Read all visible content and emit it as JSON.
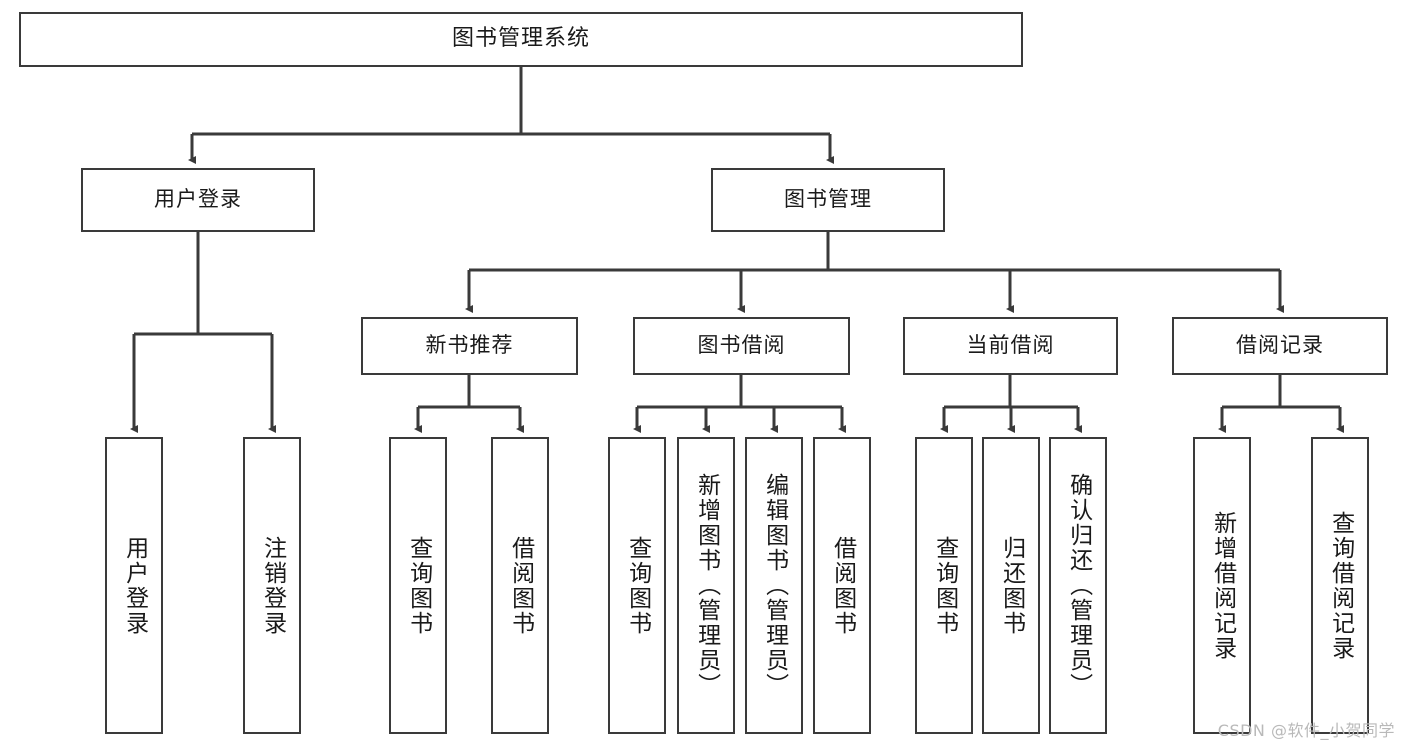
{
  "diagram": {
    "title": "图书管理系统",
    "watermark": "CSDN @软件_小贺同学",
    "colors": {
      "border": "#3a3a3a",
      "background": "#ffffff",
      "text": "#1a1a1a",
      "edge": "#3a3a3a",
      "watermark": "#b9b9b9"
    },
    "nodes": {
      "root": {
        "label": "图书管理系统"
      },
      "level2": [
        {
          "label": "用户登录"
        },
        {
          "label": "图书管理"
        }
      ],
      "level3": [
        {
          "label": "新书推荐"
        },
        {
          "label": "图书借阅"
        },
        {
          "label": "当前借阅"
        },
        {
          "label": "借阅记录"
        }
      ],
      "leaves": {
        "user_login": [
          {
            "label": "用户登录"
          },
          {
            "label": "注销登录"
          }
        ],
        "new_book": [
          {
            "label": "查询图书"
          },
          {
            "label": "借阅图书"
          }
        ],
        "book_borrow": [
          {
            "label": "查询图书"
          },
          {
            "label": "新增图书（管理员）"
          },
          {
            "label": "编辑图书（管理员）"
          },
          {
            "label": "借阅图书"
          }
        ],
        "current_borrow": [
          {
            "label": "查询图书"
          },
          {
            "label": "归还图书"
          },
          {
            "label": "确认归还（管理员）"
          }
        ],
        "borrow_record": [
          {
            "label": "新增借阅记录"
          },
          {
            "label": "查询借阅记录"
          }
        ]
      }
    }
  }
}
